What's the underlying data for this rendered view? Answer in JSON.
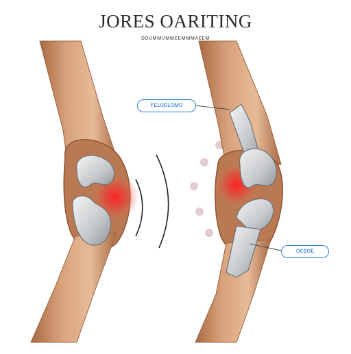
{
  "title": "JORES OARITING",
  "subtitle": "ᴅᴏᴜᴍᴍᴜᴍᴍᴇᴇᴍᴍᴍᴀᴇᴇᴍ",
  "callouts": [
    {
      "label": "ꜰᴇʟᴏᴅʟᴏᴍᴏ"
    },
    {
      "label": "ᴏᴄꜱᴏᴇ"
    }
  ],
  "colors": {
    "skin": "#c9906a",
    "skin_dark": "#9a623f",
    "bone": "#bfc3c7",
    "inflammation": "#e8262a",
    "accent": "#2a7fd4"
  }
}
